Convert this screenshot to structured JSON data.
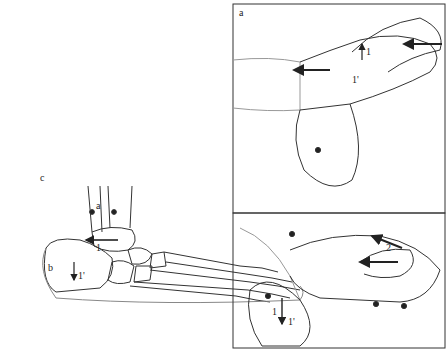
{
  "diagram": {
    "labels": [
      "a",
      "1",
      "1'",
      "c",
      "a",
      "b",
      "1",
      "1'",
      "2",
      "1",
      "1'"
    ]
  }
}
